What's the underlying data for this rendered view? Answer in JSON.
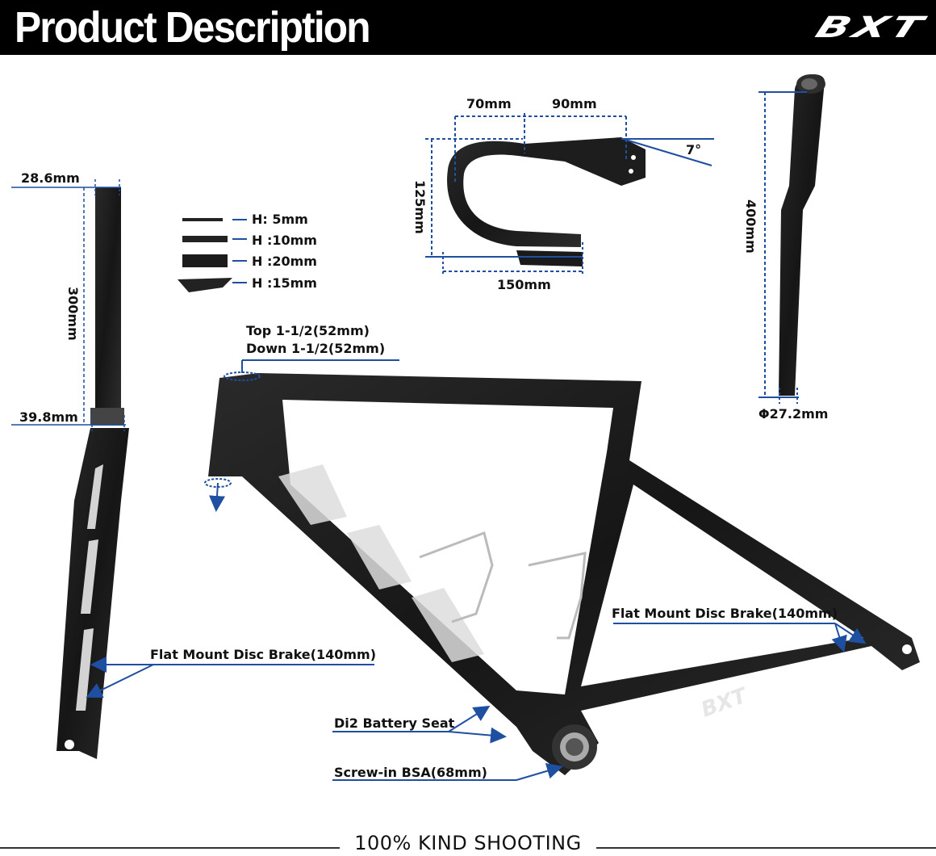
{
  "header": {
    "title": "Product Description",
    "brand": "BXT"
  },
  "fork": {
    "top_diameter": "28.6mm",
    "length": "300mm",
    "bottom_diameter": "39.8mm",
    "brake": "Flat Mount Disc Brake(140mm)"
  },
  "spacers": [
    {
      "label": "H: 5mm"
    },
    {
      "label": "H :10mm"
    },
    {
      "label": "H :20mm"
    },
    {
      "label": "H :15mm"
    }
  ],
  "handlebar": {
    "drop": "70mm",
    "reach": "90mm",
    "angle": "7°",
    "height": "125mm",
    "width": "150mm"
  },
  "seatpost": {
    "length": "400mm",
    "diameter": "Φ27.2mm"
  },
  "frame": {
    "headset_top": "Top 1-1/2(52mm)",
    "headset_down": "Down 1-1/2(52mm)",
    "rear_brake": "Flat Mount Disc Brake(140mm)",
    "battery": "Di2 Battery Seat",
    "bottom_bracket": "Screw-in BSA(68mm)",
    "logo": "BXT"
  },
  "footer": {
    "text": "100% KIND SHOOTING"
  },
  "colors": {
    "header_bg": "#000000",
    "accent_blue": "#1f4fa0",
    "carbon": "#1a1a1a"
  }
}
